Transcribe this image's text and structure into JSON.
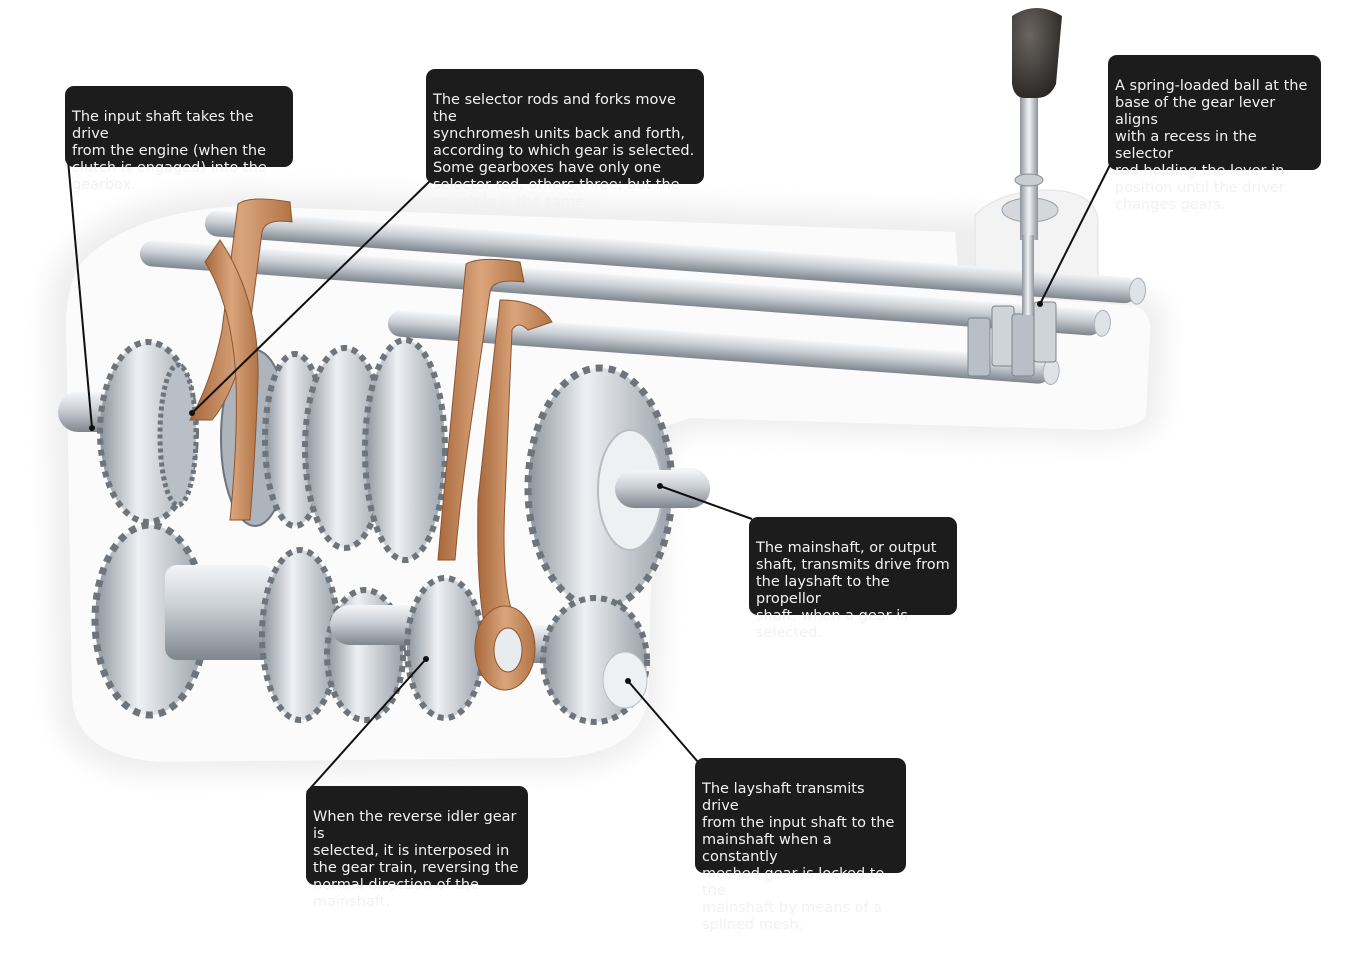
{
  "colors": {
    "callout_bg": "#1c1c1c",
    "callout_text": "#f2f2f2",
    "fork": "#c98a5a",
    "steel": "#c9ced4",
    "knob": "#3a3633"
  },
  "callouts": {
    "input_shaft": "The input shaft takes the drive\nfrom the engine (when the\nclutch is engaged) into the\ngearbox.",
    "selector_rods": "The selector rods and forks move the\nsynchromesh units back and forth,\naccording to which gear is selected.\nSome gearboxes have only one\nselector rod, others three; but the\nprinciple is the same.",
    "spring_ball": "A spring-loaded ball at the\nbase of the gear lever aligns\nwith a recess in the selector\nrod holding the lever in\nposition until the driver\nchanges gears.",
    "mainshaft": "The mainshaft, or output\nshaft, transmits drive from\nthe layshaft to the propellor\nshaft, when a gear is\nselected.",
    "reverse_idler": "When the reverse idler gear is\nselected, it is interposed in\nthe gear train, reversing the\nnormal direction of the\nmainshaft.",
    "layshaft": "The layshaft transmits drive\nfrom the input shaft to the\nmainshaft when a constantly\nmeshed gear is locked to the\nmainshaft by means of a\nsplined mesh."
  }
}
